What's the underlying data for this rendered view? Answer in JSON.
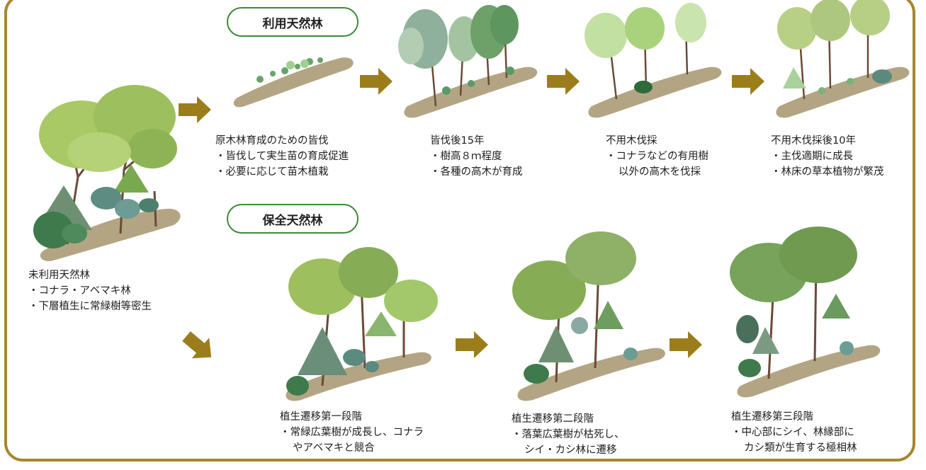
{
  "labels": {
    "riyou": "利用天然林",
    "hozen": "保全天然林"
  },
  "captions": {
    "mi": {
      "title": "未利用天然林",
      "lines": [
        "・コナラ・アベマキ林",
        "・下層植生に常緑樹等密生"
      ]
    },
    "r1": {
      "title": "原木林育成のための皆伐",
      "lines": [
        "・皆伐して実生苗の育成促進",
        "・必要に応じて苗木植栽"
      ]
    },
    "r2": {
      "title": "皆伐後15年",
      "lines": [
        "・樹高８ｍ程度",
        "・各種の高木が育成"
      ]
    },
    "r3": {
      "title": "不用木伐採",
      "lines": [
        "・コナラなどの有用樹",
        "以外の高木を伐採"
      ]
    },
    "r4": {
      "title": "不用木伐採後10年",
      "lines": [
        "・主伐適期に成長",
        "・林床の草本植物が繁茂"
      ]
    },
    "h1": {
      "title": "植生遷移第一段階",
      "lines": [
        "・常緑広葉樹が成長し、コナラ",
        "やアベマキと競合"
      ]
    },
    "h2": {
      "title": "植生遷移第二段階",
      "lines": [
        "・落葉広葉樹が枯死し、",
        "シイ・カシ林に遷移"
      ]
    },
    "h3": {
      "title": "植生遷移第三段階",
      "lines": [
        "・中心部にシイ、林縁部に",
        "カシ類が生育する極相林"
      ]
    }
  },
  "colors": {
    "border": "#a8862e",
    "arrow": "#9b7d1c",
    "ground": "#b3a584",
    "pillBorder": "#3d8a3a",
    "trunk": "#6b4a36"
  }
}
